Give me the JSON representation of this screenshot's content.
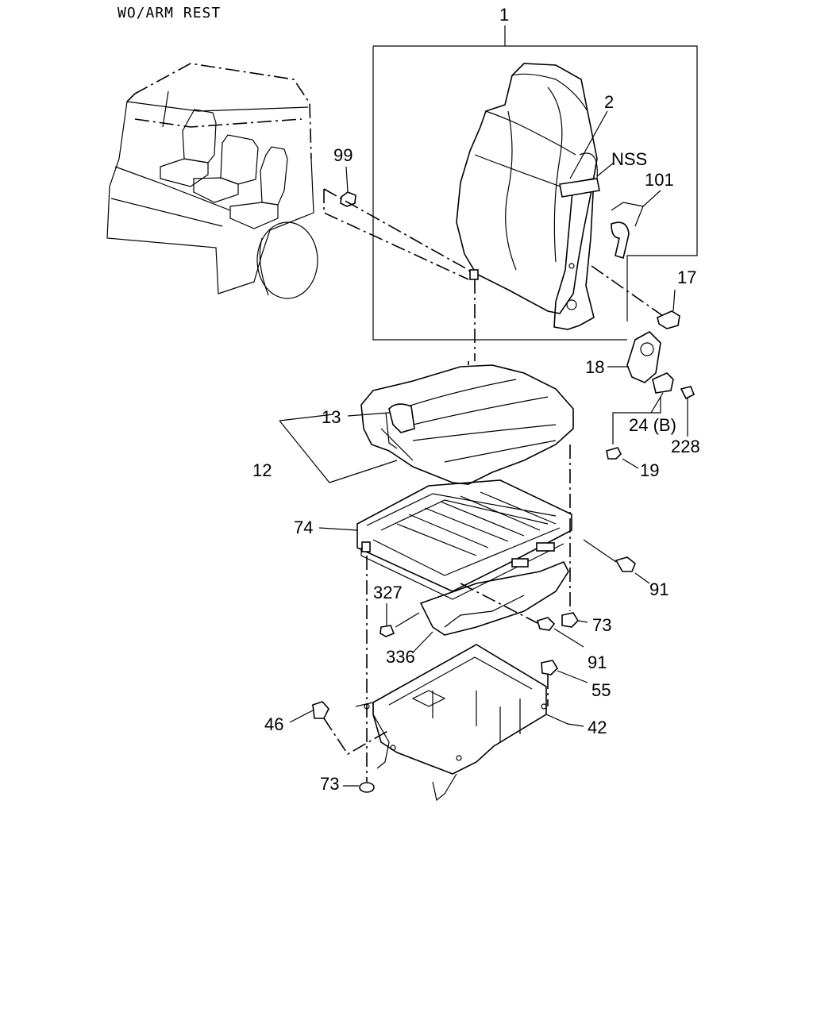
{
  "title": "WO/ARM REST",
  "callouts": {
    "c1": "1",
    "c2": "2",
    "cNSS": "NSS",
    "c101": "101",
    "c99": "99",
    "c17": "17",
    "c18": "18",
    "c24b": "24 (B)",
    "c228": "228",
    "c19": "19",
    "c13": "13",
    "c12": "12",
    "c74": "74",
    "c91a": "91",
    "c327": "327",
    "c73a": "73",
    "c336": "336",
    "c91b": "91",
    "c55": "55",
    "c46": "46",
    "c42": "42",
    "c73b": "73"
  }
}
